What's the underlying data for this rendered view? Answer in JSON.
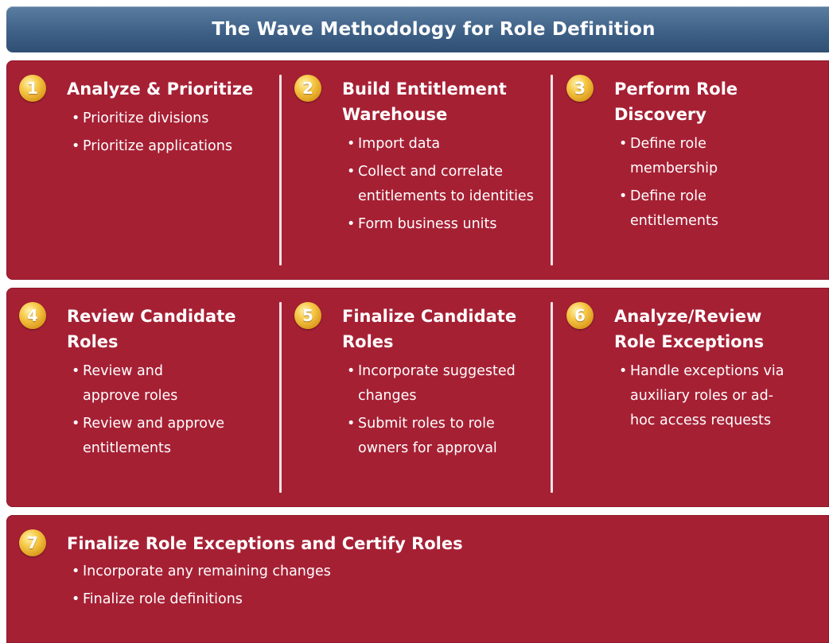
{
  "title": "The Wave Methodology for Role Definition",
  "steps": [
    {
      "number": "1",
      "title": "Analyze & Prioritize",
      "bullets": [
        "Prioritize divisions",
        "Prioritize applications"
      ]
    },
    {
      "number": "2",
      "title": "Build Entitlement Warehouse",
      "bullets": [
        "Import data",
        "Collect and correlate entitlements to identities",
        "Form business units"
      ]
    },
    {
      "number": "3",
      "title": "Perform Role Discovery",
      "bullets": [
        "Define role membership",
        "Define role entitlements"
      ]
    },
    {
      "number": "4",
      "title": "Review Candidate Roles",
      "bullets": [
        "Review and approve roles",
        "Review and approve entitlements"
      ]
    },
    {
      "number": "5",
      "title": "Finalize Candidate Roles",
      "bullets": [
        "Incorporate suggested changes",
        "Submit roles to role owners for approval"
      ]
    },
    {
      "number": "6",
      "title": "Analyze/Review Role Exceptions",
      "bullets": [
        "Handle exceptions via auxiliary roles or ad-hoc access requests"
      ]
    },
    {
      "number": "7",
      "title": "Finalize Role Exceptions and Certify Roles",
      "bullets": [
        "Incorporate any remaining changes",
        "Finalize role definitions"
      ]
    }
  ],
  "colors": {
    "title_bar": "#3f6187",
    "panel": "#a62034",
    "badge": "#f2b632",
    "text": "#ffffff"
  }
}
